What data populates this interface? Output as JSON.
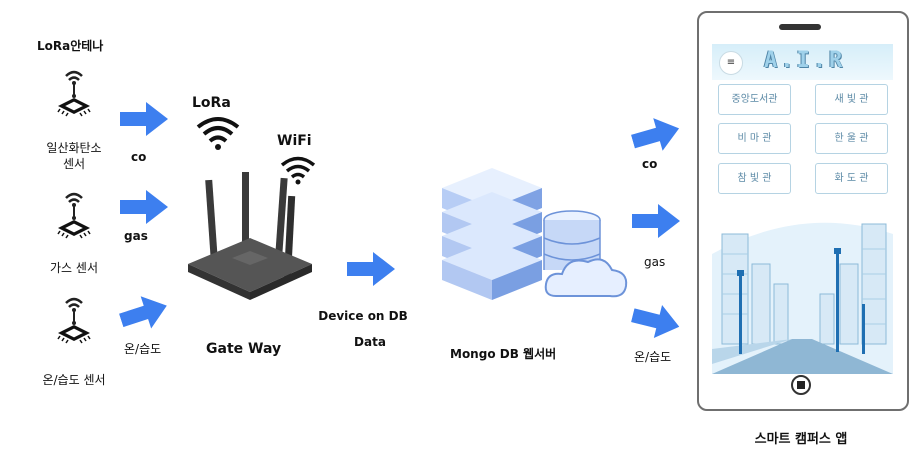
{
  "sensors": {
    "lora_antenna": "LoRa안테나",
    "co_sensor": "일산화탄소\n센서",
    "gas_sensor": "가스 센서",
    "temp_humidity_sensor": "온/습도 센서"
  },
  "signals_in": {
    "co": "co",
    "gas": "gas",
    "temp_humidity": "온/습도"
  },
  "gateway": {
    "lora": "LoRa",
    "wifi": "WiFi",
    "label": "Gate Way"
  },
  "transfer": {
    "line1": "Device on DB",
    "line2": "Data"
  },
  "server": {
    "label": "Mongo DB 웹서버"
  },
  "signals_out": {
    "co": "co",
    "gas": "gas",
    "temp_humidity": "온/습도"
  },
  "app": {
    "title": "A.I.R",
    "buildings": [
      "중앙도서관",
      "새 빛 관",
      "비 마 관",
      "한 울 관",
      "참 빛 관",
      "화 도 관"
    ],
    "caption": "스마트 캠퍼스 앱"
  },
  "colors": {
    "arrow": "#3d7fef",
    "accent": "#9fd1ea",
    "server": "#7fa6e6"
  }
}
